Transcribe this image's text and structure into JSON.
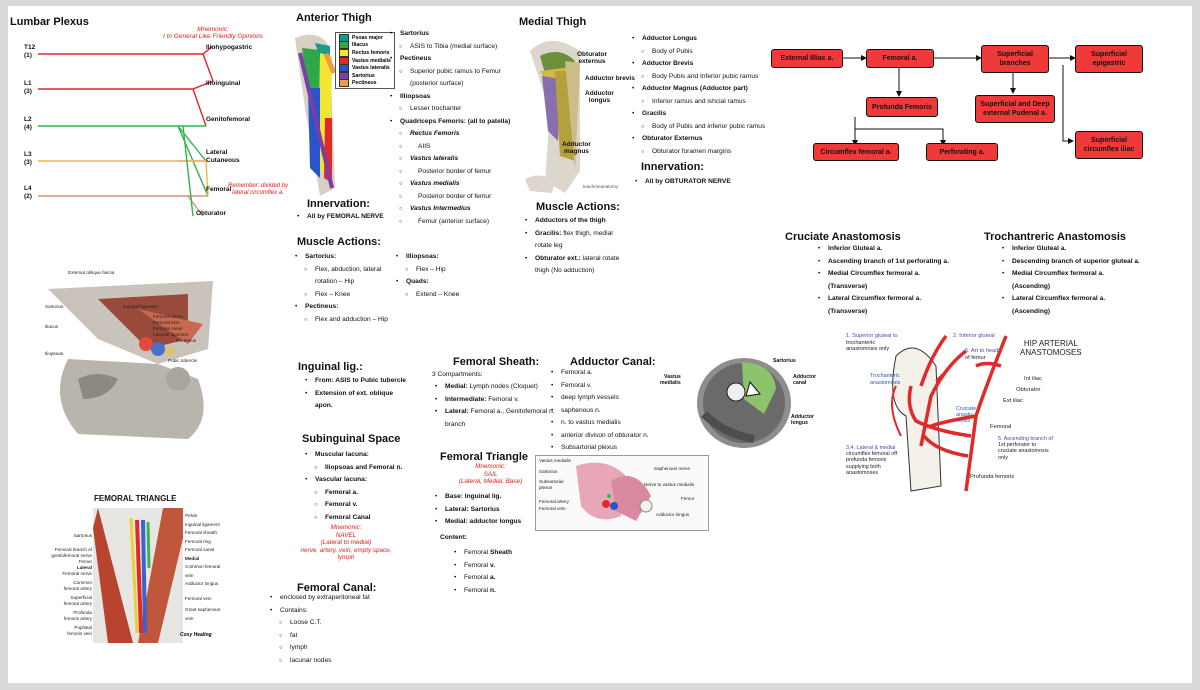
{
  "lumbar": {
    "title": "Lumbar Plexus",
    "mnemonic_title": "Mnemonic:",
    "mnemonic": "I In General Like Friendly Opinions",
    "roots": [
      {
        "label": "T12",
        "sub": "(1)"
      },
      {
        "label": "L1",
        "sub": "(3)"
      },
      {
        "label": "L2",
        "sub": "(4)"
      },
      {
        "label": "L3",
        "sub": "(3)"
      },
      {
        "label": "L4",
        "sub": "(2)"
      }
    ],
    "nerves": [
      "Iliohypogastric",
      "Ilioinguinal",
      "Genitofemoral",
      "Lateral",
      "Cutaneous",
      "Femoral",
      "Obturator"
    ],
    "remember": "Remember: divided by",
    "remember2": "lateral circumflex a."
  },
  "anterior": {
    "title": "Anterior Thigh",
    "legend": [
      {
        "name": "Psoas major",
        "color": "#1a9b88"
      },
      {
        "name": "Iliacus",
        "color": "#2ea84a"
      },
      {
        "name": "Rectus femoris",
        "color": "#f4e531"
      },
      {
        "name": "Vastus medialis",
        "color": "#e02a2a"
      },
      {
        "name": "Vastus lateralis",
        "color": "#2a55c8"
      },
      {
        "name": "Sartorius",
        "color": "#7b3fa6"
      },
      {
        "name": "Pectineus",
        "color": "#ef9a48"
      }
    ],
    "list": [
      {
        "t": "Sartorius",
        "lv": 1,
        "b": true
      },
      {
        "t": "ASIS to Tibia (medial surface)",
        "lv": 2
      },
      {
        "t": "Pectineus",
        "lv": 1,
        "b": true
      },
      {
        "t": "Superior pubic ramus to Femur",
        "lv": 2
      },
      {
        "t": "(posterior surface)",
        "lv": 3
      },
      {
        "t": "Illiopsoas",
        "lv": 1,
        "b": true
      },
      {
        "t": "Lesser trochanter",
        "lv": 2
      },
      {
        "t": "Quadriceps Femoris: (all to patella)",
        "lv": 1,
        "b": true
      },
      {
        "t": "Rectus Femoris",
        "lv": 2,
        "b": true,
        "i": true
      },
      {
        "t": "AIIS",
        "lv": 4
      },
      {
        "t": "Vastus lateralis",
        "lv": 2,
        "b": true,
        "i": true
      },
      {
        "t": "Posterior border of femur",
        "lv": 4
      },
      {
        "t": "Vastus medialis",
        "lv": 2,
        "b": true,
        "i": true
      },
      {
        "t": "Posterior border of femur",
        "lv": 4
      },
      {
        "t": "Vastus Intermedius",
        "lv": 2,
        "b": true,
        "i": true
      },
      {
        "t": "Femur (anterior surface)",
        "lv": 4
      }
    ],
    "innervation_title": "Innervation:",
    "innervation": "All by FEMORAL NERVE",
    "actions_title": "Muscle Actions:",
    "actions_left": [
      {
        "t": "Sartorius:",
        "lv": 1,
        "b": true
      },
      {
        "t": "Flex, abduction, lateral",
        "lv": 2
      },
      {
        "t": "rotation – Hip",
        "lv": 3
      },
      {
        "t": "Flex – Knee",
        "lv": 2
      },
      {
        "t": "Pectineus:",
        "lv": 1,
        "b": true
      },
      {
        "t": "Flex and adduction – Hip",
        "lv": 2
      }
    ],
    "actions_right": [
      {
        "t": "Illiopsoas:",
        "lv": 1,
        "b": true
      },
      {
        "t": "Flex – Hip",
        "lv": 2
      },
      {
        "t": "Quads:",
        "lv": 1,
        "b": true
      },
      {
        "t": "Extend – Knee",
        "lv": 2
      }
    ]
  },
  "medial": {
    "title": "Medial Thigh",
    "labels": [
      "Obturator",
      "externus",
      "Adductor brevis",
      "Adductor",
      "longus",
      "Adductor",
      "magnus"
    ],
    "credit": "teachmeanatomy",
    "list": [
      {
        "t": "Adductor Longus",
        "lv": 1,
        "b": true
      },
      {
        "t": "Body of Pubis",
        "lv": 2
      },
      {
        "t": "Adductor Brevis",
        "lv": 1,
        "b": true
      },
      {
        "t": "Body Pubis and Inferior pubic ramus",
        "lv": 2
      },
      {
        "t": "Adductor Magnus (Adductor part)",
        "lv": 1,
        "b": true
      },
      {
        "t": "Inferior ramus and ishcial ramus",
        "lv": 2
      },
      {
        "t": "Gracilis",
        "lv": 1,
        "b": true
      },
      {
        "t": "Body of Pubis and inferior pubic ramus",
        "lv": 2
      },
      {
        "t": "Obturator Externus",
        "lv": 1,
        "b": true
      },
      {
        "t": "Obturator foramen margins",
        "lv": 2
      }
    ],
    "innervation_title": "Innervation:",
    "innervation": "All by OBTURATOR NERVE",
    "actions_title": "Muscle Actions:",
    "actions": [
      {
        "t": "Adductors of the thigh",
        "lv": 1,
        "b": true
      },
      {
        "t": "Gracilis:",
        "rest": " flex thigh, medial",
        "lv": 1
      },
      {
        "t": "rotate leg",
        "lv": 5
      },
      {
        "t": "Obturator ext.:",
        "rest": " lateral rotate",
        "lv": 1
      },
      {
        "t": "thigh (No adduction)",
        "lv": 5
      }
    ]
  },
  "flow": {
    "external": "External Illiac a.",
    "femoral": "Femoral a.",
    "superficial": "Superficial branches",
    "sup_epigastric": "Superficial epigastric",
    "profunda": "Profunda Femoris",
    "pudendal": "Superficial and Deep external Pudenal a.",
    "circumflex": "Circumflex femoral a.",
    "perforating": "Perforating a.",
    "sup_circumflex_iliac": "Superficial circumflex iliac"
  },
  "cruciate": {
    "title": "Cruciate Anastomosis",
    "items": [
      "Inferior Gluteal a.",
      "Ascending branch of 1st perforating a.",
      "Medial Circumflex fermoral a.",
      "(Transverse)",
      "Lateral Circumflex fermoral a.",
      "(Transverse)"
    ]
  },
  "trochanteric": {
    "title": "Trochantreric Anastomosis",
    "items": [
      "Inferior Gluteal a.",
      "Descending branch of superior gluteal a.",
      "Medial Circumflex fermoral a.",
      "(Ascending)",
      "Lateral Circumflex fermoral a.",
      "(Ascending)"
    ]
  },
  "hip": {
    "title1": "HIP ARTERIAL",
    "title2": "ANASTOMOSES",
    "l1": "1. Superior gluteal to",
    "l1b": "trochanteric",
    "l1c": "anastomosis only",
    "l2": "2. Inferior gluteal",
    "l6": "6. Art to head",
    "l6b": "of femur",
    "troch": "Trochanteric",
    "troch2": "anastomosis",
    "int": "Int iliac",
    "obt": "Obturator",
    "ext": "Ext iliac",
    "cruc": "Cruciate",
    "cruc2": "anasto-",
    "cruc3": "mosis",
    "fem": "Femoral",
    "l34": "3,4. Lateral & medial",
    "l34b": "circumflex femoral off",
    "l34c": "profunda femoris",
    "l34d": "supplying both",
    "l34e": "anastomoses",
    "l5": "5. Ascending branch of",
    "l5b": "1st perforator to",
    "l5c": "cruciate anastomosis",
    "l5d": "only",
    "prof": "Profunda femoris"
  },
  "inguinal": {
    "title": "Inguinal lig.:",
    "items": [
      {
        "t": "From: ASIS to Pubic tubercle",
        "lv": 1,
        "b": true
      },
      {
        "t": "Extension of ext. oblique",
        "lv": 1,
        "b": true
      },
      {
        "t": "apon.",
        "lv": 5,
        "b": true
      }
    ]
  },
  "subinguinal": {
    "title": "Subinguinal Space",
    "items": [
      {
        "t": "Muscular lacuna:",
        "lv": 1,
        "b": true
      },
      {
        "t": "Iliopsoas and Femoral n.",
        "lv": 2,
        "b": true
      },
      {
        "t": "Vascular lacuna:",
        "lv": 1,
        "b": true
      },
      {
        "t": "Femoral a.",
        "lv": 2,
        "b": true
      },
      {
        "t": "Femoral v.",
        "lv": 2,
        "b": true
      },
      {
        "t": "Femoral Canal",
        "lv": 2,
        "b": true
      }
    ],
    "mnemonic_title": "Mnemonic:",
    "mnemonic": "NAVEL",
    "m2": "(Lateral to medial)",
    "m3": "nerve, artery, vein, empty space,",
    "m4": "lymph"
  },
  "canal": {
    "title": "Femoral Canal:",
    "items": [
      {
        "t": "enclosed by extraperitoneal fat",
        "lv": 1
      },
      {
        "t": "Contains:",
        "lv": 1
      },
      {
        "t": "Loose C.T.",
        "lv": 2
      },
      {
        "t": "fat",
        "lv": 2
      },
      {
        "t": "lymph",
        "lv": 2
      },
      {
        "t": "lacunar nodes",
        "lv": 2
      }
    ]
  },
  "sheath": {
    "title": "Femoral Sheath:",
    "sub": "3 Compartments:",
    "items": [
      {
        "t": "Medial:",
        "rest": " Lymph nodes (Cloquet)",
        "lv": 1
      },
      {
        "t": "Intermediate:",
        "rest": " Femoral v.",
        "lv": 1
      },
      {
        "t": "Lateral:",
        "rest": " Femoral a., Genitofemoral n.",
        "lv": 1
      },
      {
        "t": "branch",
        "lv": 5
      }
    ]
  },
  "triangle": {
    "title": "Femoral Triangle",
    "mnemonic_title": "Mnemonic:",
    "mnemonic": "SAIL",
    "m2": "(Lateral, Medial, Base)",
    "items": [
      {
        "t": "Base: Inguinal lig.",
        "lv": 1,
        "b": true
      },
      {
        "t": "Lateral: Sartorius",
        "lv": 1,
        "b": true
      },
      {
        "t": "Medial: adductor longus",
        "lv": 1,
        "b": true
      }
    ],
    "content_title": "Content:",
    "content": [
      {
        "t": "Femoral ",
        "bb": "Sheath",
        "lv": 1
      },
      {
        "t": "Femoral ",
        "bb": "v.",
        "lv": 1
      },
      {
        "t": "Femoral ",
        "bb": "a.",
        "lv": 1
      },
      {
        "t": "Femoral ",
        "bb": "n.",
        "lv": 1
      }
    ]
  },
  "adductor": {
    "title": "Adductor Canal:",
    "items": [
      "Femoral a.",
      "Femoral v.",
      "deep lymph vessels",
      "saphenous n.",
      "n. to vastus medialis",
      "anterior divison of obturator n.",
      "Subsartorial plexus"
    ],
    "xs_labels": [
      "Sartorius",
      "Vastus",
      "medialis",
      "Adductor",
      "canal",
      "Adductor",
      "longus"
    ],
    "dia_labels": [
      "Vastus medialis",
      "Sartorius",
      "Subsartorial",
      "plexus",
      "Femoral artery",
      "Femoral vein",
      "Saphenous nerve",
      "Nerve to vastus medialis",
      "Femur",
      "Adductor longus"
    ]
  },
  "tri_img": {
    "title": "FEMORAL TRIANGLE",
    "labels_l": [
      "Sartorius",
      "Femoral branch of",
      "genitofemoral nerve",
      "Femur",
      "Lateral",
      "Femoral nerve",
      "Common",
      "femoral artery",
      "Superficial",
      "femoral artery",
      "Profunda",
      "femoris artery",
      "Popliteal",
      "femoris vein"
    ],
    "labels_r": [
      "Pelvis",
      "Inguinal ligament",
      "Femoral sheath",
      "Femoral ring",
      "Femoral canal",
      "Medial",
      "Common femoral",
      "vein",
      "Adductor longus",
      "Femoral vein",
      "Great saphenous",
      "vein"
    ],
    "sig": "Cosy Healing"
  },
  "sheath_img": {
    "labels": [
      "External oblique fascia",
      "Sartorius",
      "Iliacus",
      "Iliopsoas",
      "Inguinal ligament",
      "Femoral artery",
      "Femoral vein",
      "Femoral canal",
      "Lacunar ligament",
      "Pectineus",
      "Pubic tubercle"
    ]
  }
}
